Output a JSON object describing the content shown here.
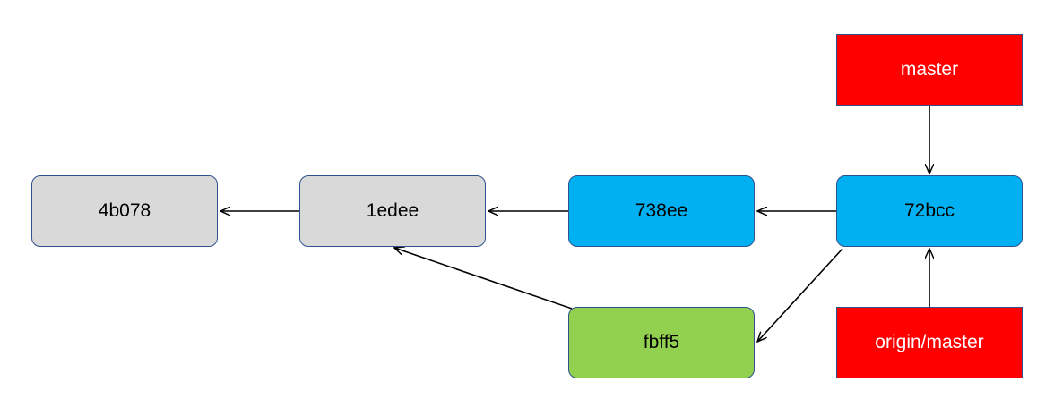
{
  "commits": {
    "c4b078": {
      "label": "4b078",
      "color": "#d9d9d9"
    },
    "c1edee": {
      "label": "1edee",
      "color": "#d9d9d9"
    },
    "c738ee": {
      "label": "738ee",
      "color": "#00b0f0"
    },
    "c72bcc": {
      "label": "72bcc",
      "color": "#00b0f0"
    },
    "cfbff5": {
      "label": "fbff5",
      "color": "#92d050"
    }
  },
  "refs": {
    "master": {
      "label": "master",
      "color": "#ff0000"
    },
    "origin_master": {
      "label": "origin/master",
      "color": "#ff0000"
    }
  },
  "edges": [
    {
      "from": "72bcc",
      "to": "738ee"
    },
    {
      "from": "738ee",
      "to": "1edee"
    },
    {
      "from": "1edee",
      "to": "4b078"
    },
    {
      "from": "fbff5",
      "to": "1edee"
    },
    {
      "from": "72bcc",
      "to": "fbff5"
    },
    {
      "from": "master",
      "to": "72bcc"
    },
    {
      "from": "origin/master",
      "to": "72bcc"
    }
  ]
}
